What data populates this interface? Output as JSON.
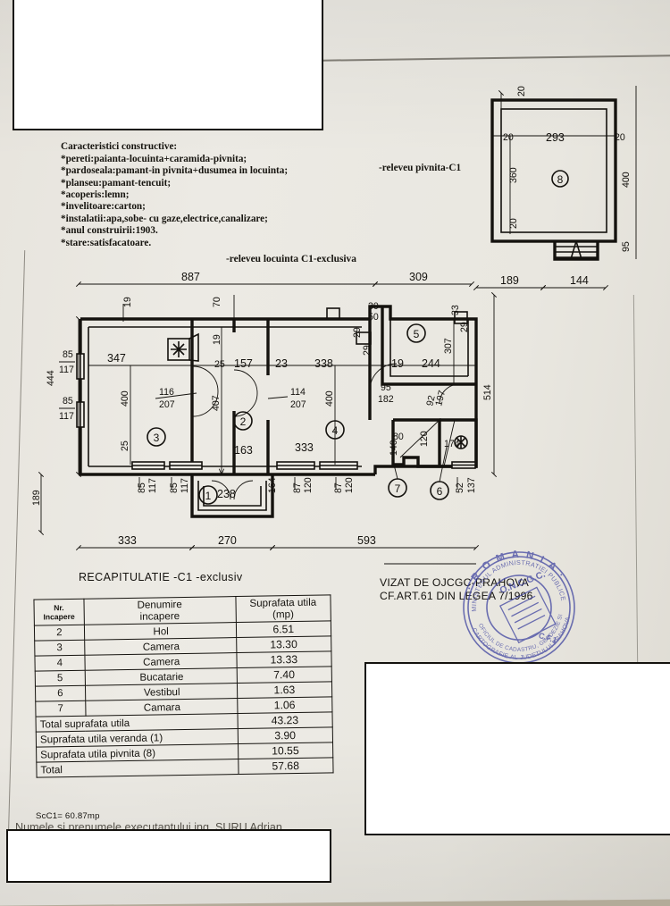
{
  "document": {
    "title": "Releveu locuinta C1 - exclusiva",
    "characteristics_heading": "Caracteristici constructive:",
    "characteristics": [
      "*pereti:paianta-locuinta+caramida-pivnita;",
      "*pardoseala:pamant-in pivnita+dusumea in locuinta;",
      "*planseu:pamant-tencuit;",
      "*acoperis:lemn;",
      "*invelitoare:carton;",
      "*instalatii:apa,sobe- cu gaze,electrice,canalizare;",
      "*anul construirii:1903.",
      "*stare:satisfacatoare."
    ],
    "label_pivnita": "-releveu pivnita-C1",
    "label_locuinta": "-releveu locuinta C1-exclusiva",
    "recapitulatie": "RECAPITULATIE  -C1  -exclusiv",
    "vizat": "VIZAT DE OJCGC-PRAHOVA\nCF.ART.61 DIN LEGEA 7/1996",
    "scc1": "ScC1= 60.87mp",
    "numele": "Numele si prenumele executantului ing. SURU Adrian"
  },
  "stamp": {
    "top_arc": "ROMANIA",
    "second_arc": "MINISTERUL ADMINISTRATIEI PUBLICE",
    "center": "O.N.C.G.C.",
    "bottom_arc": "OFICIUL DE CADASTRU, GEODEZIE SI CARTOGRAFIE AL JUDETULUI PRAHOVA",
    "code": "C.F.1",
    "color": "#3a3f9e"
  },
  "table": {
    "headers": [
      "Nr.\nIncapere",
      "Denumire\nincapere",
      "Suprafata utila\n(mp)"
    ],
    "header_nr_line1": "Nr.",
    "header_nr_line2": "Incapere",
    "header_den_line1": "Denumire",
    "header_den_line2": "incapere",
    "header_sup_line1": "Suprafata  utila",
    "header_sup_line2": "(mp)",
    "rows": [
      {
        "nr": "2",
        "name": "Hol",
        "area": "6.51"
      },
      {
        "nr": "3",
        "name": "Camera",
        "area": "13.30"
      },
      {
        "nr": "4",
        "name": "Camera",
        "area": "13.33"
      },
      {
        "nr": "5",
        "name": "Bucatarie",
        "area": "7.40"
      },
      {
        "nr": "6",
        "name": "Vestibul",
        "area": "1.63"
      },
      {
        "nr": "7",
        "name": "Camara",
        "area": "1.06"
      }
    ],
    "totals": [
      {
        "label": "Total  suprafata  utila",
        "area": "43.23"
      },
      {
        "label": "Suprafata utila  veranda (1)",
        "area": "3.90"
      },
      {
        "label": "Suprafata utila pivnita  (8)",
        "area": "10.55"
      },
      {
        "label": "Total",
        "area": "57.68"
      }
    ]
  },
  "basement_plan": {
    "room_number": "8",
    "dims": {
      "top_offset": "20",
      "left_thickness": "20",
      "inner_width": "293",
      "right_thickness": "20",
      "inner_height": "360",
      "bottom_thickness": "20",
      "outer_height": "400",
      "stair_depth": "95"
    }
  },
  "floor_plan": {
    "rooms": [
      {
        "number": "1",
        "dim_w": "238",
        "dim_h": "164"
      },
      {
        "number": "2",
        "dim_w": "157",
        "dim_h": "407",
        "extra": "163"
      },
      {
        "number": "3",
        "dim_w": "347",
        "dim_h": "400",
        "extra": "25"
      },
      {
        "number": "4",
        "dim_w": "338",
        "dim_h": "400",
        "extra": "333"
      },
      {
        "number": "5",
        "dim_w": "244",
        "dim_h": "307"
      },
      {
        "number": "6",
        "dim_w": "174",
        "dim_h": "120"
      },
      {
        "number": "7",
        "dim_w": "80",
        "dim_h": "140"
      }
    ],
    "top_dims": [
      "887",
      "309",
      "189",
      "144"
    ],
    "bottom_dims": [
      "333",
      "270",
      "593"
    ],
    "left_dims": [
      "444",
      "189"
    ],
    "right_dims": [
      "514"
    ],
    "wall_dims": [
      "19",
      "70",
      "19",
      "25",
      "23",
      "30",
      "50",
      "29",
      "29",
      "19",
      "33",
      "29",
      "95",
      "182",
      "92",
      "197",
      "52",
      "137"
    ],
    "doors": [
      {
        "w": "116",
        "h": "207"
      },
      {
        "w": "114",
        "h": "207"
      },
      {
        "w": "95",
        "h": "182"
      },
      {
        "w": "92",
        "h": "197"
      }
    ],
    "windows": [
      {
        "w": "85",
        "h": "117"
      },
      {
        "w": "85",
        "h": "117"
      },
      {
        "w": "85",
        "h": "117"
      },
      {
        "w": "85",
        "h": "117"
      },
      {
        "w": "87",
        "h": "120"
      },
      {
        "w": "87",
        "h": "120"
      },
      {
        "w": "52",
        "h": "137"
      }
    ]
  }
}
